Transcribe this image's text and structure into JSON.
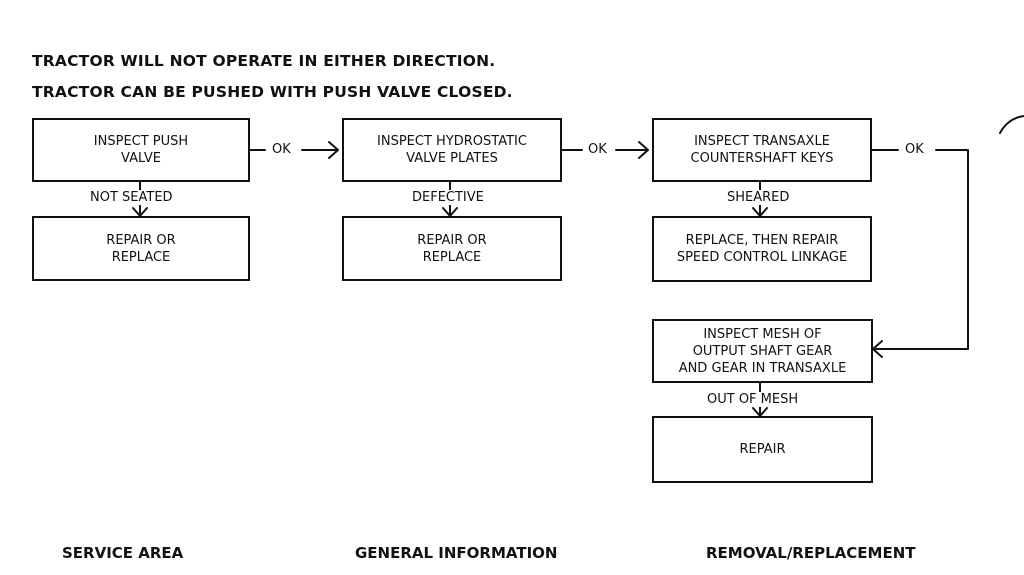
{
  "headings": {
    "line1": "TRACTOR WILL NOT OPERATE IN EITHER DIRECTION.",
    "line2": "TRACTOR CAN BE PUSHED WITH PUSH VALVE CLOSED."
  },
  "steps": {
    "push_valve": "INSPECT PUSH\nVALVE",
    "push_valve_fix": "REPAIR OR\nREPLACE",
    "valve_plates": "INSPECT HYDROSTATIC\nVALVE PLATES",
    "valve_plates_fix": "REPAIR OR\nREPLACE",
    "countershaft": "INSPECT TRANSAXLE\nCOUNTERSHAFT KEYS",
    "countershaft_fix": "REPLACE, THEN REPAIR\nSPEED CONTROL LINKAGE",
    "gear_mesh": "INSPECT MESH OF\nOUTPUT SHAFT GEAR\nAND GEAR IN TRANSAXLE",
    "gear_mesh_fix": "REPAIR"
  },
  "labels": {
    "ok_1": "OK",
    "ok_2": "OK",
    "ok_3": "OK",
    "not_seated": "NOT SEATED",
    "defective": "DEFECTIVE",
    "sheared": "SHEARED",
    "out_of_mesh": "OUT OF MESH"
  },
  "footer": {
    "service_area": "SERVICE AREA",
    "general_information": "GENERAL INFORMATION",
    "removal_replacement": "REMOVAL/REPLACEMENT"
  }
}
